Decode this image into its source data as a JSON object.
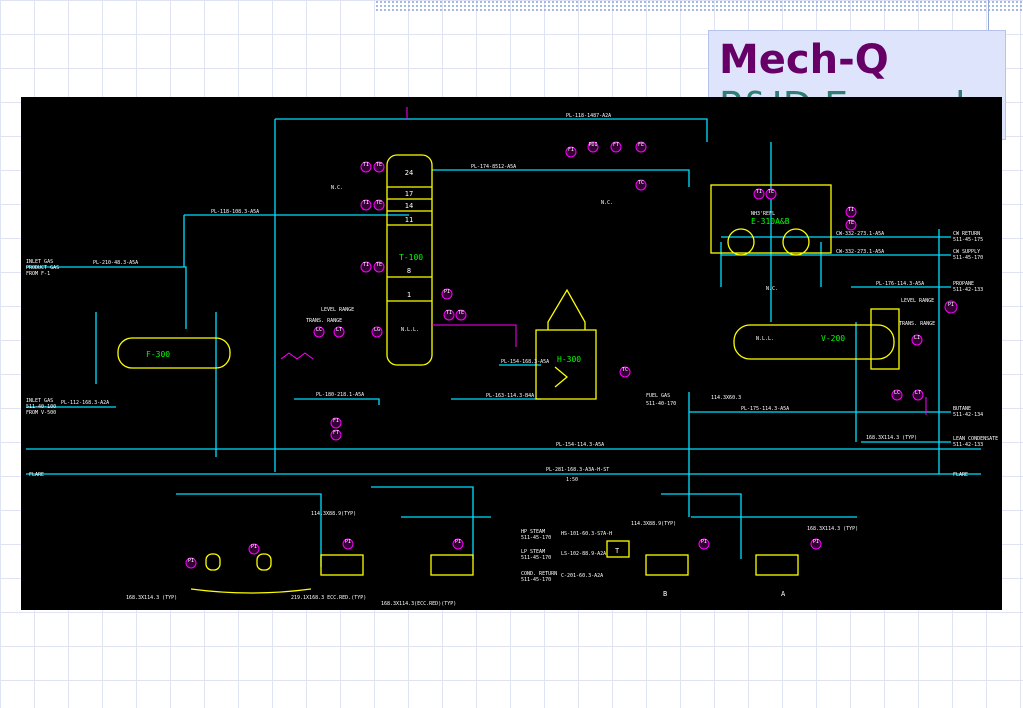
{
  "slide": {
    "title": "Mech-Q",
    "subtitle": "P&ID Example"
  },
  "colors": {
    "title": "#660066",
    "subtitle": "#2f7d73",
    "title_box": "#dde4fb",
    "canvas": "#000000",
    "process_line": "#00e0ff",
    "equipment": "#ffff00",
    "instrument": "#ff00ff",
    "text": "#ffffff",
    "green_tag": "#00ff00"
  },
  "pid": {
    "equipment": {
      "column": "T-100",
      "drum_left": "F-300",
      "heater": "H-300",
      "exchangers": "E-310A&B",
      "drum_right": "V-200",
      "exchanger_note": "NH3'REFL"
    },
    "tray_numbers": [
      "24",
      "17",
      "14",
      "11",
      "8",
      "1"
    ],
    "column_notes": [
      "LEVEL RANGE",
      "TRANS. RANGE",
      "N.L.L."
    ],
    "offpage_left": [
      {
        "line1": "INLET GAS",
        "line2": "PRODUCT GAS",
        "line3": "FROM F-1"
      },
      {
        "line1": "INLET GAS",
        "line2": "511-40-100",
        "line3": "FROM V-500"
      },
      {
        "line1": "FLARE",
        "line2": "",
        "line3": ""
      }
    ],
    "offpage_right": [
      {
        "line1": "CW RETURN",
        "line2": "511-45-175"
      },
      {
        "line1": "CW SUPPLY",
        "line2": "511-45-170"
      },
      {
        "line1": "PROPANE",
        "line2": "511-42-133"
      },
      {
        "line1": "BUTANE",
        "line2": "511-42-134"
      },
      {
        "line1": "LEAN CONDENSATE",
        "line2": "511-42-133"
      },
      {
        "line1": "FLARE",
        "line2": ""
      }
    ],
    "line_labels": {
      "top": "PL-118-1487-A2A",
      "top_vapor": "PL-174-8512-A5A",
      "column_left": "PL-118-108.3-A5A",
      "inlet": "PL-210-48.3-A5A",
      "inlet2": "PL-112-168.3-A2A",
      "feed": "PL-180-218.1-A5A",
      "heater_in": "PL-154-168.3-A5A",
      "heater_out": "PL-163-114.3-B4A",
      "fuel_gas": "FUEL GAS",
      "fuel_gas_no": "511-40-170",
      "middle": "PL-154-114.3-A5A",
      "flare": "PL-281-168.3-A3A-H-ST",
      "cw": "CW-332-273.1-A5A",
      "cws": "CW-332-273.1-A5A",
      "v200": "PL-175-114.3-A5A",
      "v200_top": "PL-176-114.3-A5A",
      "reducer": "114.3X60.3",
      "hp_steam": "HP STEAM",
      "lp_steam": "LP STEAM",
      "cond_return": "COND. RETURN",
      "hp_no": "511-45-170",
      "lp_no": "511-45-170",
      "cond_no": "511-45-170",
      "steam_line1": "HS-101-60.3-S7A-H",
      "steam_line2": "LS-102-88.9-A2A",
      "steam_line3": "C-201-60.3-A2A",
      "pump_note": "114.3X88.9(TYP)",
      "pump_note2": "168.3X114.3 (TYP)",
      "eccn_note": "219.1X168.3 ECC.RED.(TYP)",
      "red_note": "168.3X114.3(ECC.RED)(TYP)",
      "typ_note": "168.3X114.3 (TYP)",
      "scale": "1:50",
      "bypass_note": "N.C.",
      "heater_label": "H-300"
    },
    "instruments": [
      "TI",
      "TE",
      "PI",
      "PDI",
      "LC",
      "LT",
      "LG",
      "FI",
      "FT",
      "FE",
      "TC",
      "TT",
      "LI"
    ],
    "pump_labels": [
      "B",
      "A"
    ],
    "turbine_label": "T"
  }
}
